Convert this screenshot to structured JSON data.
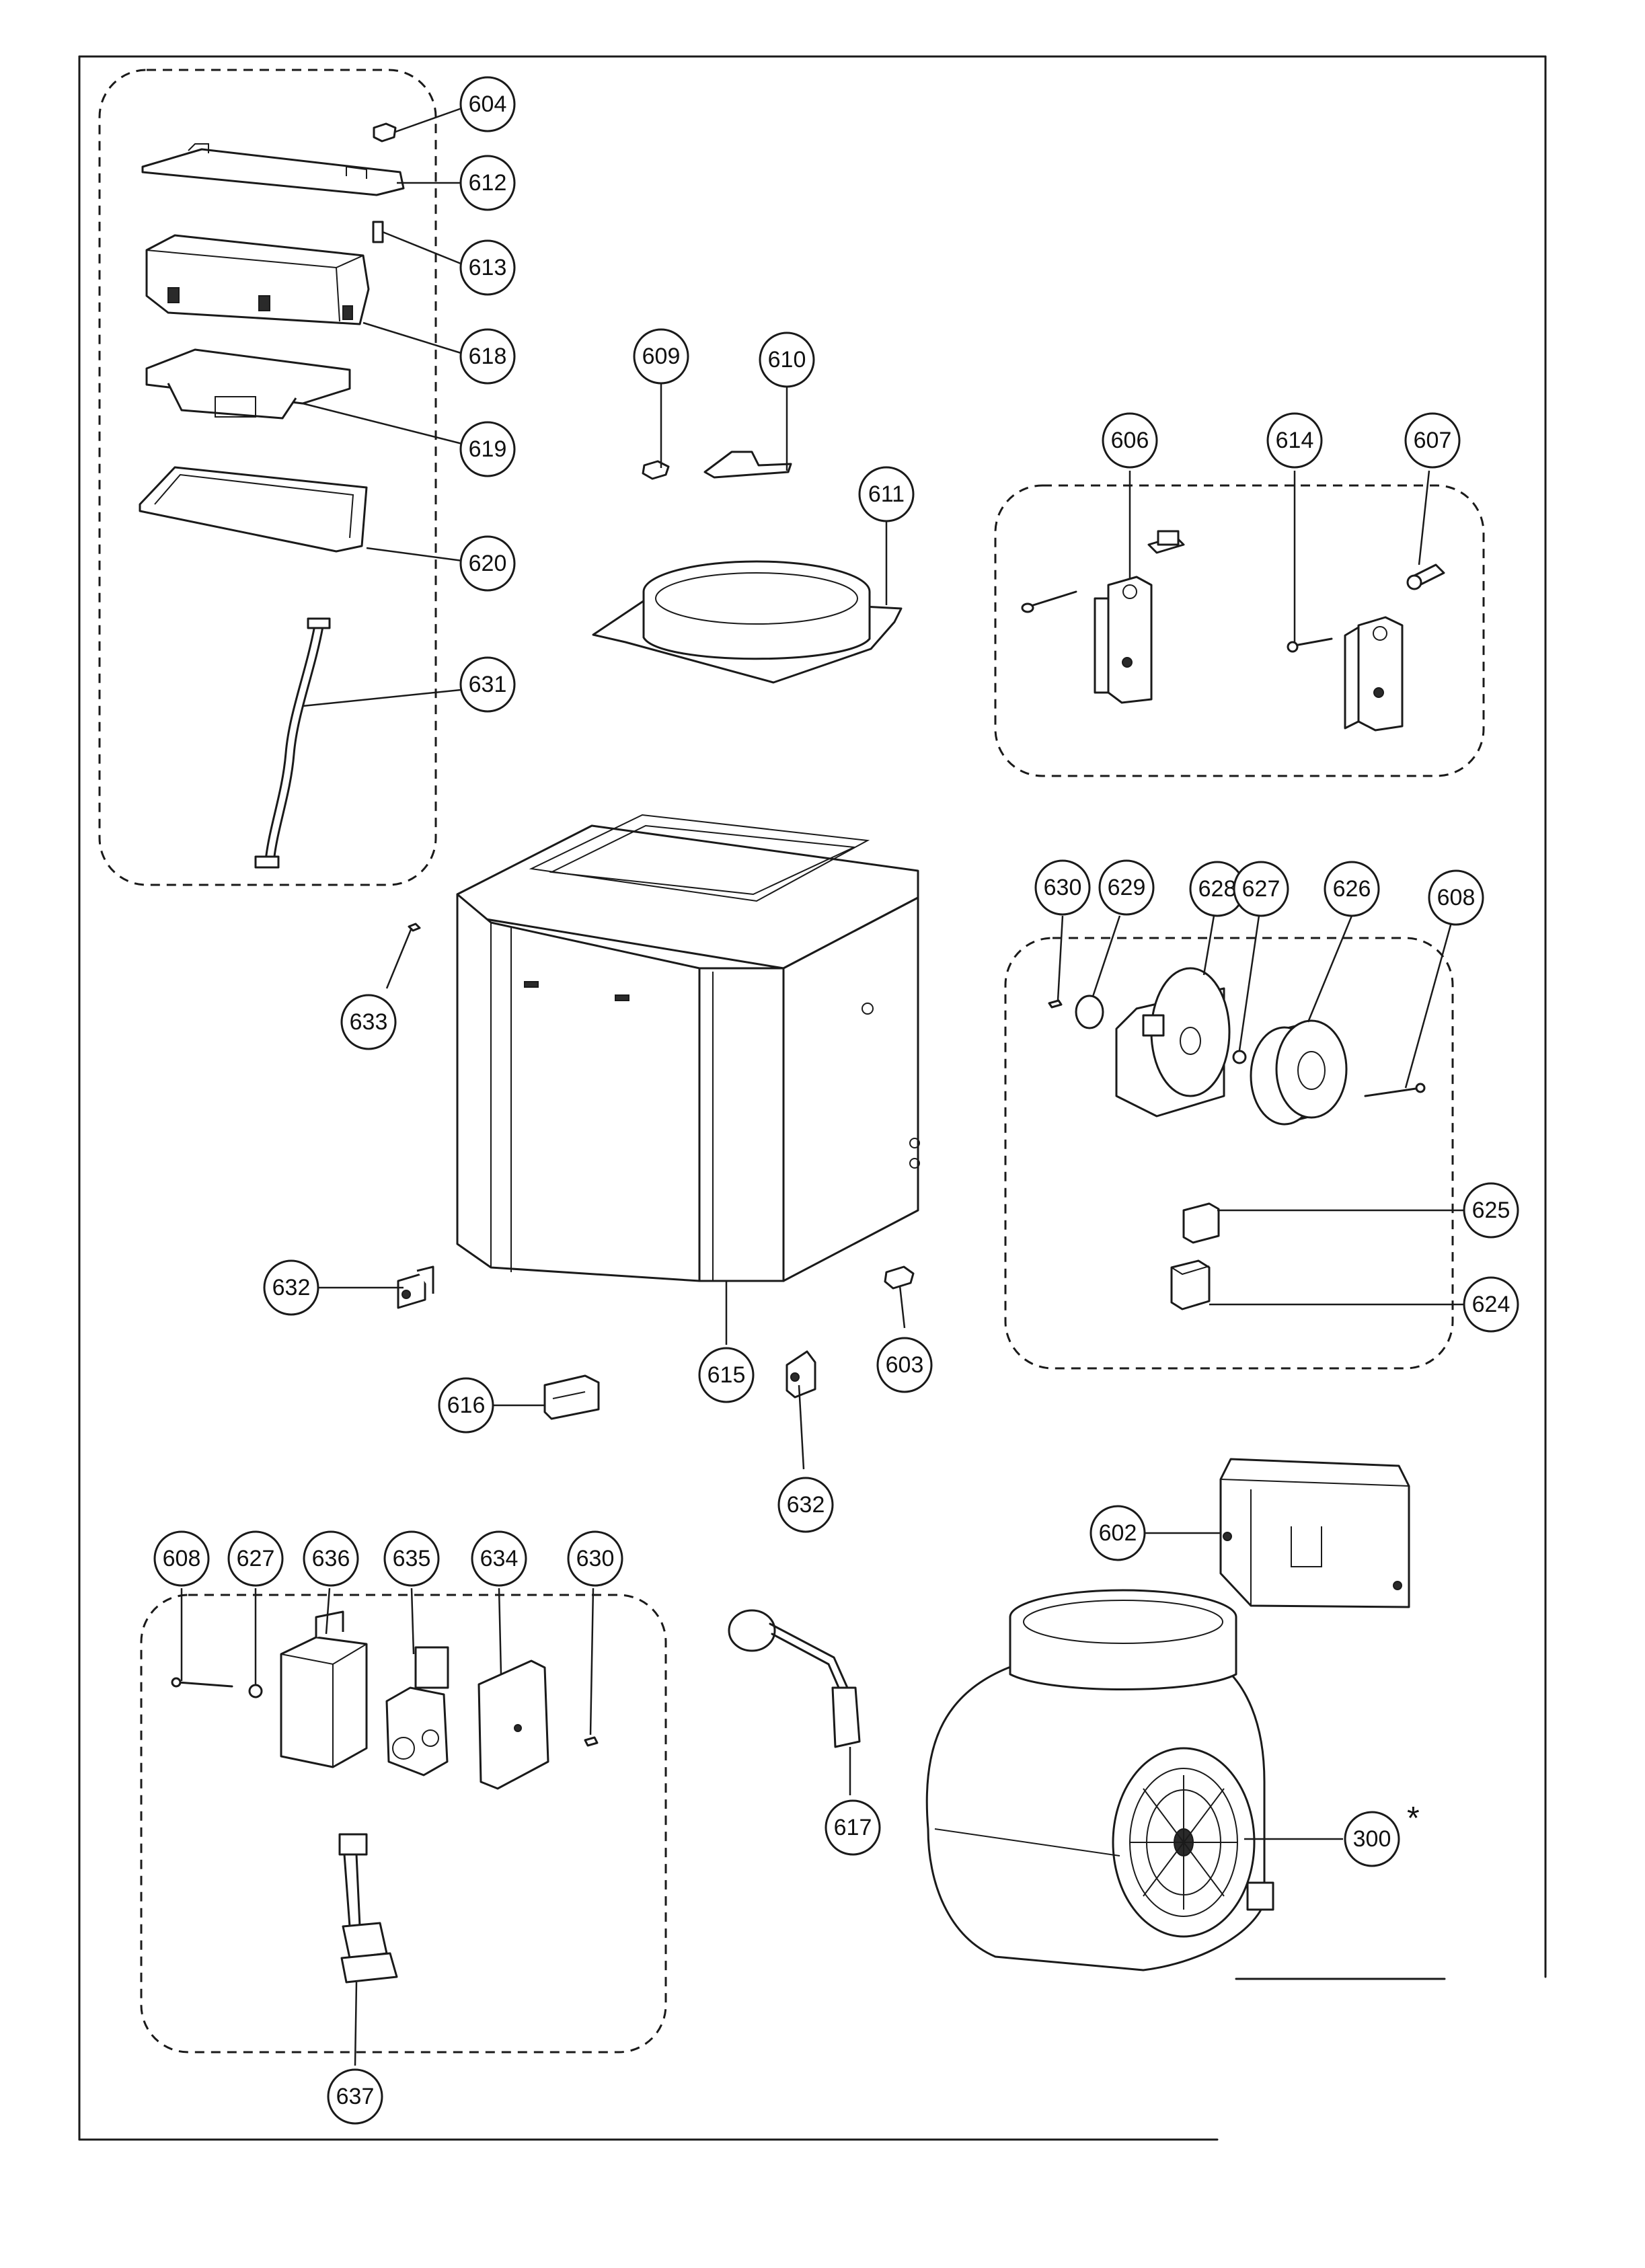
{
  "callouts": {
    "c604": "604",
    "c612": "612",
    "c613": "613",
    "c618": "618",
    "c619": "619",
    "c620": "620",
    "c631": "631",
    "c633": "633",
    "c609": "609",
    "c610": "610",
    "c611": "611",
    "c606": "606",
    "c614": "614",
    "c607": "607",
    "c630a": "630",
    "c629": "629",
    "c628": "628",
    "c627a": "627",
    "c626": "626",
    "c608a": "608",
    "c625": "625",
    "c624": "624",
    "c632a": "632",
    "c615": "615",
    "c603": "603",
    "c616": "616",
    "c632b": "632",
    "c602": "602",
    "c608b": "608",
    "c627b": "627",
    "c636": "636",
    "c635": "635",
    "c634": "634",
    "c630b": "630",
    "c617": "617",
    "c300": "300",
    "c637": "637"
  },
  "asterisk": "*"
}
